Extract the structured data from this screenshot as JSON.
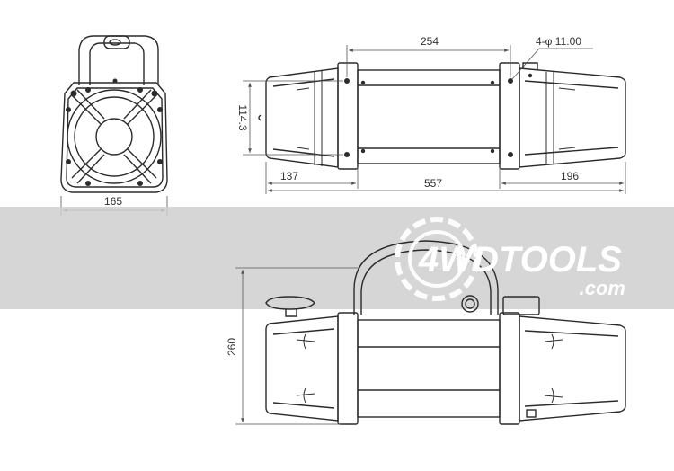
{
  "dimensions": {
    "end_width": "165",
    "drum_length": "254",
    "hole_spec": "4-φ 11.00",
    "mount_height": "114.3",
    "left_offset": "137",
    "total_length": "557",
    "right_offset": "196",
    "overall_height": "260"
  },
  "watermark": {
    "brand": "4WDTOOLS",
    "suffix": ".com"
  },
  "colors": {
    "line": "#2b2b2b",
    "dim_line": "#555555",
    "band": "#cfcfcf",
    "watermark_text": "#ffffff"
  }
}
